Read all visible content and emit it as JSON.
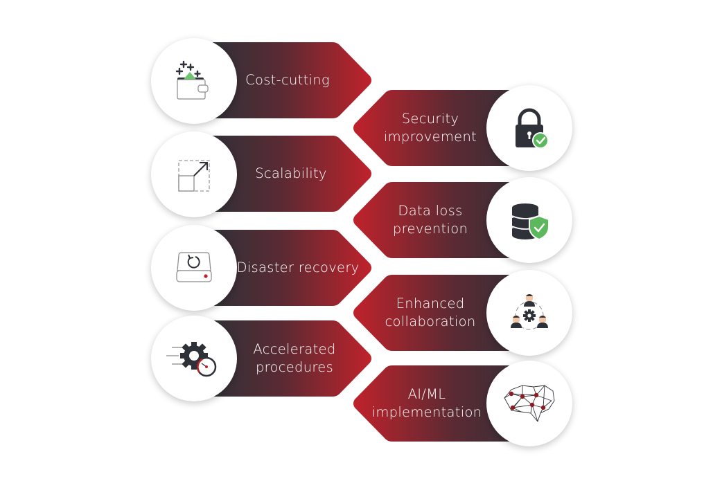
{
  "diagram": {
    "colors": {
      "gradient_dark": "#2f3138",
      "gradient_red": "#bb222b",
      "icon_dark": "#2f3138",
      "icon_green": "#5cb85c",
      "icon_red": "#b8232c",
      "background": "#ffffff"
    },
    "left_items": [
      {
        "label": "Cost-cutting",
        "icon": "wallet-icon"
      },
      {
        "label": "Scalability",
        "icon": "scale-up-icon"
      },
      {
        "label": "Disaster recovery",
        "icon": "drive-restore-icon"
      },
      {
        "label": "Accelerated procedures",
        "icon": "gear-clock-icon"
      }
    ],
    "right_items": [
      {
        "label": "Security improvement",
        "icon": "lock-check-icon"
      },
      {
        "label": "Data loss prevention",
        "icon": "database-shield-icon"
      },
      {
        "label": "Enhanced collaboration",
        "icon": "team-gear-icon"
      },
      {
        "label": "AI/ML implementation",
        "icon": "neural-brain-icon"
      }
    ]
  }
}
